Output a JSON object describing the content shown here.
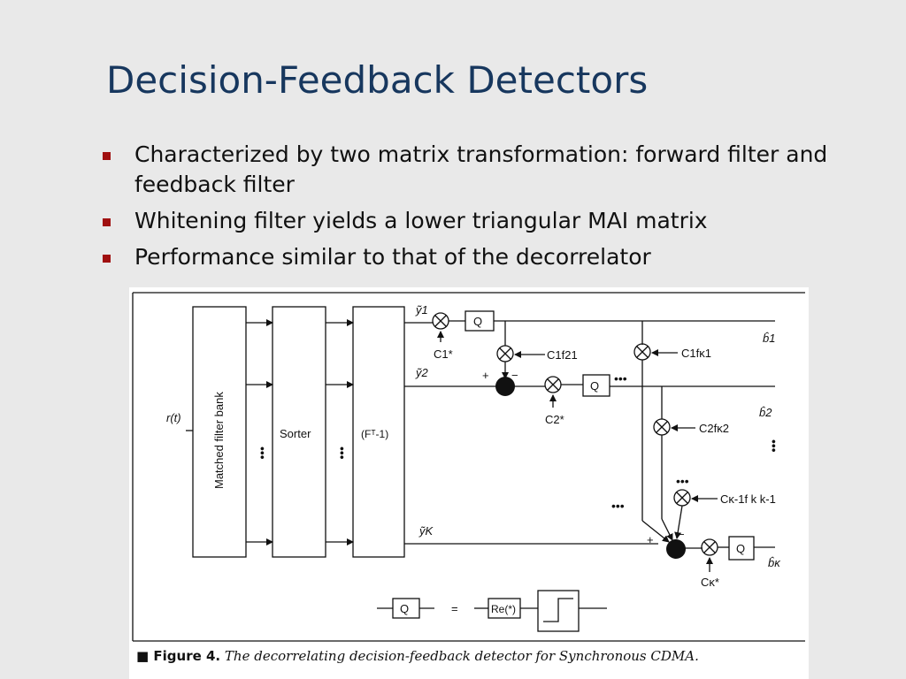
{
  "slide": {
    "title": "Decision-Feedback Detectors",
    "accent_color": "#17375e",
    "bullet_color": "#a01010",
    "bullets": [
      "Characterized by two matrix transformation: forward filter and feedback filter",
      "Whitening filter yields a lower triangular MAI matrix",
      "Performance similar to that of the decorrelator"
    ]
  },
  "figure": {
    "blocks": {
      "matched_filter": "Matched filter bank",
      "sorter": "Sorter",
      "whitening": "(Fᵀ-1)",
      "quantizer": "Q",
      "re": "Re(*)"
    },
    "input_label": "r(t)",
    "signals": {
      "y1": "ỹ1",
      "y2": "ỹ2",
      "yk": "ỹK"
    },
    "outputs": {
      "b1": "b̂1",
      "b2": "b̂2",
      "bk": "b̂κ"
    },
    "coefficients": {
      "c1": "C1*",
      "c2": "C2*",
      "ck": "Cκ*",
      "c1f21": "C1f21",
      "c1fk1": "C1fκ1",
      "c2fk2": "C2fκ2",
      "ckm1": "Cκ-1f k k-1"
    },
    "signs": {
      "plus": "+",
      "minus": "−"
    },
    "equals": "=",
    "ellipsis": "•••",
    "caption_label": "■ Figure 4.",
    "caption_text": "The decorrelating decision-feedback detector for Synchronous CDMA."
  }
}
